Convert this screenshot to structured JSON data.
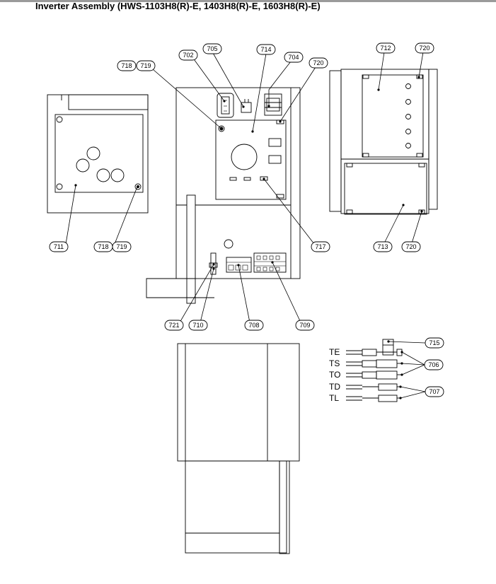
{
  "title": "Inverter Assembly (HWS-1103H8(R)-E, 1403H8(R)-E, 1603H8(R)-E)",
  "callouts": {
    "c711": "711",
    "c718a": "718",
    "c719a": "719",
    "c718b": "718",
    "c719b": "719",
    "c702": "702",
    "c705": "705",
    "c714": "714",
    "c704": "704",
    "c720a": "720",
    "c717": "717",
    "c721": "721",
    "c710": "710",
    "c708": "708",
    "c709": "709",
    "c712": "712",
    "c720b": "720",
    "c713": "713",
    "c720c": "720",
    "c715": "715",
    "c706": "706",
    "c707": "707"
  },
  "sensors": [
    "TE",
    "TS",
    "TO",
    "TD",
    "TL"
  ]
}
